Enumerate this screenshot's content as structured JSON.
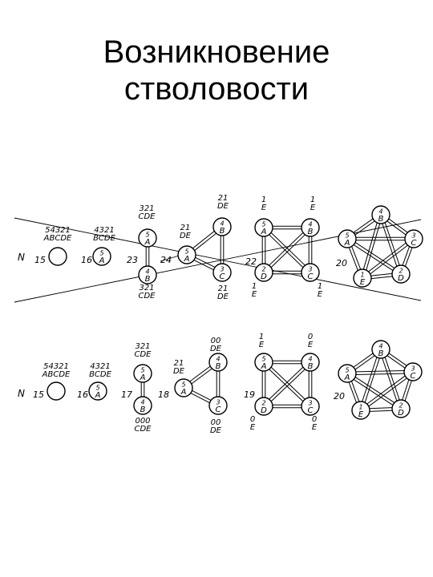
{
  "title": {
    "line1": "Возникновение",
    "line2": "стволовости"
  },
  "figure": {
    "rows": [
      {
        "stages": [
          {
            "index": "N",
            "num": "15",
            "nodes": [
              {
                "letter": ""
              }
            ],
            "labels": [
              "54321",
              "ABCDE"
            ]
          },
          {
            "num": "16",
            "nodes": [
              {
                "letter": "A",
                "digit": "5"
              }
            ],
            "labels": [
              "4321",
              "BCDE"
            ]
          },
          {
            "num": "23",
            "nodes": [
              {
                "letter": "A",
                "digit": "5"
              },
              {
                "letter": "B",
                "digit": "4"
              }
            ],
            "labels": [
              "321",
              "CDE",
              "321",
              "CDE"
            ]
          },
          {
            "num": "24",
            "nodes": [
              {
                "letter": "A",
                "digit": "5"
              },
              {
                "letter": "B",
                "digit": "4"
              },
              {
                "letter": "C",
                "digit": "3"
              }
            ],
            "labels": [
              "21",
              "DE",
              "21",
              "DE",
              "21",
              "DE"
            ]
          },
          {
            "num": "22",
            "nodes": [
              {
                "letter": "A",
                "digit": "5"
              },
              {
                "letter": "B",
                "digit": "4"
              },
              {
                "letter": "C",
                "digit": "3"
              },
              {
                "letter": "D",
                "digit": "2"
              }
            ],
            "labels": [
              "1",
              "E",
              "1",
              "E",
              "1",
              "E",
              "1",
              "E"
            ]
          },
          {
            "num": "20",
            "nodes": [
              {
                "letter": "A",
                "digit": "5"
              },
              {
                "letter": "B",
                "digit": "4"
              },
              {
                "letter": "C",
                "digit": "3"
              },
              {
                "letter": "D",
                "digit": "2"
              },
              {
                "letter": "E",
                "digit": "1"
              }
            ],
            "labels": []
          }
        ]
      },
      {
        "stages": [
          {
            "index": "N",
            "num": "15",
            "nodes": [
              {
                "letter": ""
              }
            ],
            "labels": [
              "54321",
              "ABCDE"
            ]
          },
          {
            "num": "16",
            "nodes": [
              {
                "letter": "A",
                "digit": "5"
              }
            ],
            "labels": [
              "4321",
              "BCDE"
            ]
          },
          {
            "num": "17",
            "nodes": [
              {
                "letter": "A",
                "digit": "5"
              },
              {
                "letter": "B",
                "digit": "4"
              }
            ],
            "labels": [
              "321",
              "CDE",
              "000",
              "CDE"
            ]
          },
          {
            "num": "18",
            "nodes": [
              {
                "letter": "A",
                "digit": "5"
              },
              {
                "letter": "B",
                "digit": "4"
              },
              {
                "letter": "C",
                "digit": "3"
              }
            ],
            "labels": [
              "21",
              "DE",
              "00",
              "DE",
              "00",
              "DE"
            ]
          },
          {
            "num": "19",
            "nodes": [
              {
                "letter": "A",
                "digit": "5"
              },
              {
                "letter": "B",
                "digit": "4"
              },
              {
                "letter": "C",
                "digit": "3"
              },
              {
                "letter": "D",
                "digit": "2"
              }
            ],
            "labels": [
              "1",
              "E",
              "0",
              "E",
              "0",
              "E",
              "0",
              "E"
            ]
          },
          {
            "num": "20",
            "nodes": [
              {
                "letter": "A",
                "digit": "5"
              },
              {
                "letter": "B",
                "digit": "4"
              },
              {
                "letter": "C",
                "digit": "3"
              },
              {
                "letter": "D",
                "digit": "2"
              },
              {
                "letter": "E",
                "digit": "1"
              }
            ],
            "labels": []
          }
        ]
      }
    ]
  }
}
